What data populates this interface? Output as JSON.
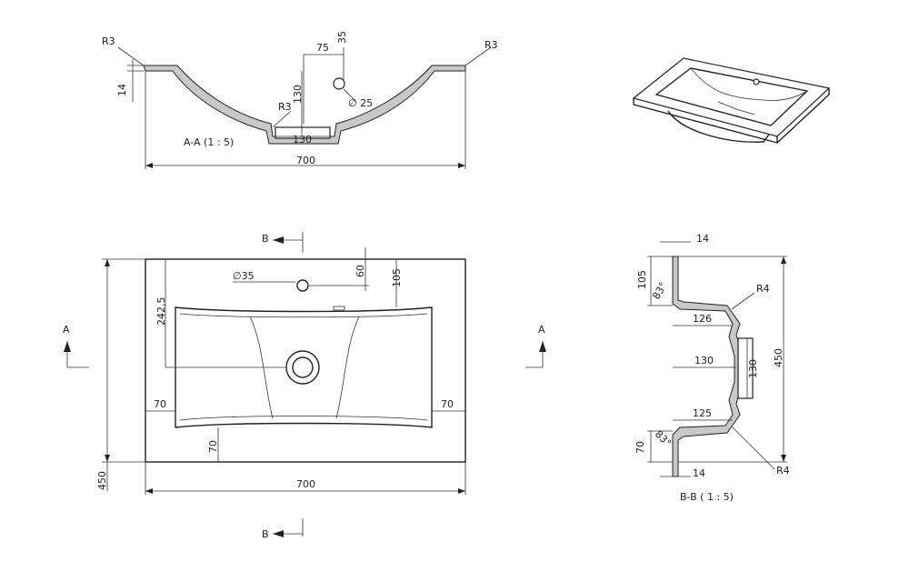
{
  "section_aa": {
    "title": "A-A  (1 : 5)",
    "r3_left": "R3",
    "r3_right": "R3",
    "dim_75": "75",
    "dim_35": "35",
    "dim_14": "14",
    "dim_130_vertical": "130",
    "dim_25": "∅ 25",
    "r3_bottom": "R3",
    "dim_130_horizontal": "130",
    "dim_700": "700"
  },
  "plan_view": {
    "section_marker_b_top": "B",
    "section_marker_b_bottom": "B",
    "section_marker_a_left": "A",
    "section_marker_a_right": "A",
    "dim_35_hole": "∅35",
    "dim_60": "60",
    "dim_105": "105",
    "dim_242_5": "242,5",
    "dim_70_left": "70",
    "dim_70_right": "70",
    "dim_70_bottom": "70",
    "dim_450": "450",
    "dim_700": "700"
  },
  "section_bb": {
    "title": "B-B  ( 1 : 5)",
    "dim_14_top": "14",
    "dim_105": "105",
    "angle_top": "83°",
    "r4_top": "R4",
    "dim_126": "126",
    "dim_130_horizontal": "130",
    "dim_130_vertical": "130",
    "dim_450": "450",
    "dim_125": "125",
    "dim_70": "70",
    "angle_bottom": "83°",
    "dim_14_bottom": "14",
    "r4_bottom": "R4"
  },
  "colors": {
    "line": "#222222",
    "hatch": "#c8c8c8",
    "background": "#ffffff"
  }
}
